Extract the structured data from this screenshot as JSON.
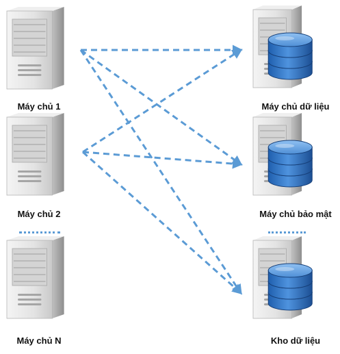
{
  "diagram": {
    "left_nodes": [
      {
        "id": "server-1",
        "label": "Máy chủ 1",
        "icon": "server-tower-icon"
      },
      {
        "id": "server-2",
        "label": "Máy chủ 2",
        "icon": "server-tower-icon"
      },
      {
        "id": "server-n",
        "label": "Máy chủ N",
        "icon": "server-tower-icon"
      }
    ],
    "right_nodes": [
      {
        "id": "data-server",
        "label": "Máy chủ dữ liệu",
        "icon": "database-server-icon"
      },
      {
        "id": "security-server",
        "label": "Máy chủ bảo mật",
        "icon": "database-server-icon"
      },
      {
        "id": "data-warehouse",
        "label": "Kho dữ liệu",
        "icon": "database-server-icon"
      }
    ],
    "connections": [
      {
        "from": "server-1",
        "to": "data-server"
      },
      {
        "from": "server-1",
        "to": "security-server"
      },
      {
        "from": "server-1",
        "to": "data-warehouse"
      },
      {
        "from": "server-2",
        "to": "data-server"
      },
      {
        "from": "server-2",
        "to": "security-server"
      },
      {
        "from": "server-2",
        "to": "data-warehouse"
      }
    ],
    "colors": {
      "arrow": "#5b9bd5",
      "server_body": "#dcdcdc",
      "database": "#2e75c9",
      "label": "#111111"
    }
  }
}
